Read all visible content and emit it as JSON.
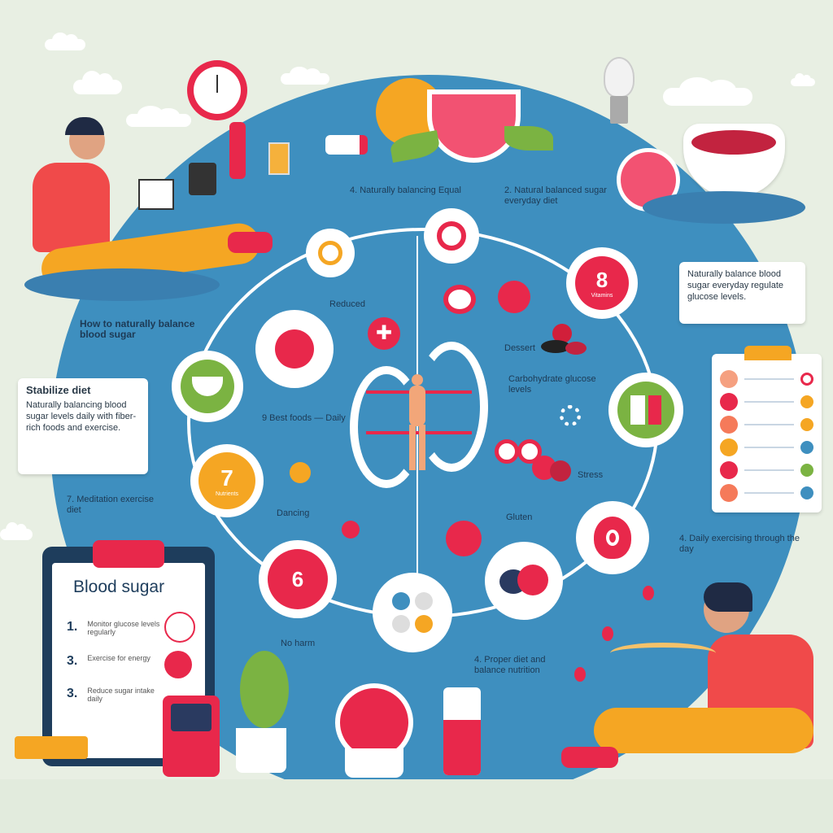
{
  "circle_labels": {
    "top_left": "4. Naturally balancing Equal",
    "top_right": "2. Natural balanced sugar everyday diet",
    "center_label_1": "Carbohydrate glucose levels",
    "center_label_2": "9 Best foods — Daily",
    "left_side_title": "How to naturally balance blood sugar",
    "small_tag_1": "Dancing",
    "small_tag_2": "Reduced",
    "small_tag_3": "Dessert",
    "small_tag_4": "Stress",
    "small_tag_5": "Gluten",
    "bottom_label": "No harm",
    "bottom_right_label": "4. Proper diet and balance nutrition",
    "right_label": "4. Daily exercising through the day",
    "left_bottom_label": "7. Meditation exercise diet",
    "node_numbers": {
      "eight": "8",
      "seven": "7",
      "six": "6"
    },
    "node_sublabels": {
      "eight": "Vitamins",
      "seven": "Nutrients"
    }
  },
  "cards": {
    "right_card": "Naturally balance blood sugar everyday regulate glucose levels.",
    "left_card_title": "Stabilize diet",
    "left_card_body": "Naturally balancing blood sugar levels daily with fiber-rich foods and exercise."
  },
  "clipboard": {
    "title": "Blood sugar",
    "items": [
      {
        "num": "1.",
        "text": "Monitor glucose levels regularly"
      },
      {
        "num": "3.",
        "text": "Exercise for energy"
      },
      {
        "num": "3.",
        "text": "Reduce sugar intake daily"
      }
    ]
  },
  "colors": {
    "background": "#e8efe3",
    "blue": "#3e8fbf",
    "red": "#e8284b",
    "orange": "#f5a623",
    "green": "#7bb342"
  }
}
